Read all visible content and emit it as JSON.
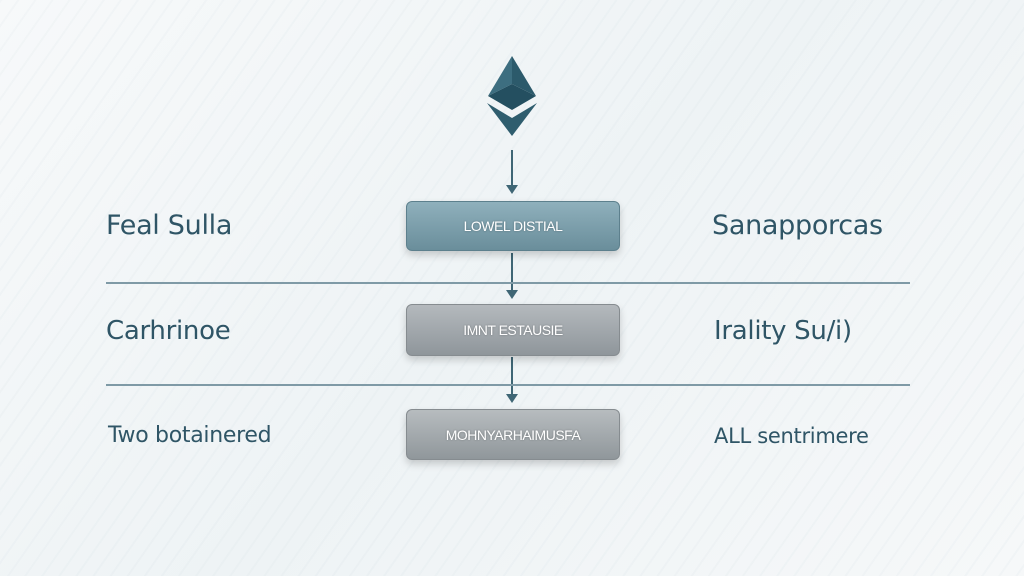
{
  "logo": {
    "icon": "ethereum-diamond-icon",
    "color": "#2f5d6e"
  },
  "rows": [
    {
      "left": "Feal Sulla",
      "box": "LOWEL DISTIAL",
      "right": "Sanapporcas"
    },
    {
      "left": "Carhrinoe",
      "box": "IMNT ESTAUSIE",
      "right": "Irality Su/i)"
    },
    {
      "left": "Two botainered",
      "box": "MOHNYARHAIMUSFA",
      "right": "ALL sentrimere"
    }
  ]
}
